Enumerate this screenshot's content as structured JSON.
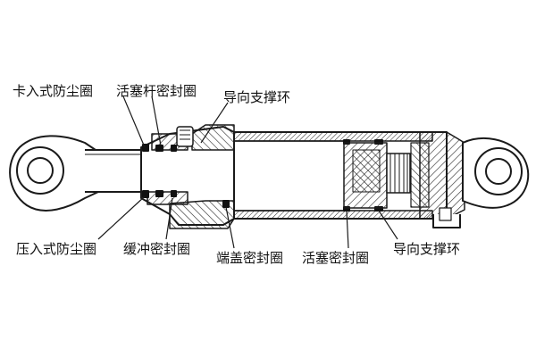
{
  "labels": {
    "snap_in_dust_seal": "卡入式防尘圈",
    "piston_rod_seal": "活塞杆密封圈",
    "guide_ring_top": "导向支撑环",
    "press_in_dust_seal": "压入式防尘圈",
    "buffer_seal": "缓冲密封圈",
    "end_cap_seal": "端盖密封圈",
    "piston_seal": "活塞密封圈",
    "guide_ring_bottom": "导向支撑环"
  },
  "colors": {
    "ink": "#1a1a1a",
    "background": "#ffffff",
    "hatch": "#222222",
    "seal_black": "#111111"
  }
}
